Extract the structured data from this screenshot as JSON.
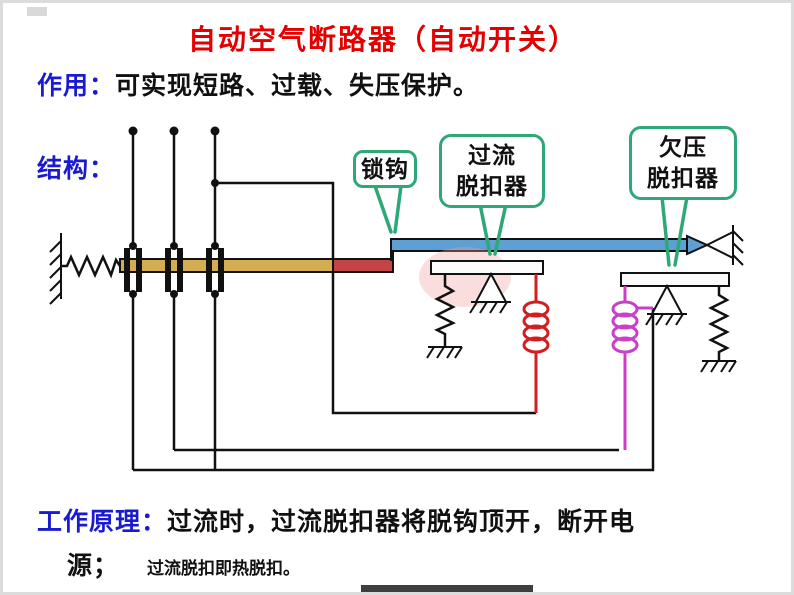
{
  "title": "自动空气断路器（自动开关）",
  "function": {
    "label": "作用：",
    "text": "可实现短路、过载、失压保护。"
  },
  "structure": {
    "label": "结构："
  },
  "principle": {
    "label": "工作原理：",
    "line1": "过流时，过流脱扣器将脱钩顶开，断开电",
    "line2": "源；",
    "note": "过流脱扣即热脱扣。"
  },
  "callouts": {
    "lock_hook": {
      "label": "锁钩"
    },
    "overcurrent": {
      "line1": "过流",
      "line2": "脱扣器"
    },
    "undervoltage": {
      "line1": "欠压",
      "line2": "脱扣器"
    }
  },
  "colors": {
    "title_red": "#e50000",
    "label_blue": "#1a1ad0",
    "callout_green": "#2fa878",
    "contact_bar_tan": "#d4ad52",
    "link_bar_red": "#c24444",
    "trip_bar_blue": "#5e9fd4",
    "coil_red": "#d41e1e",
    "coil_magenta": "#c93fc9",
    "highlight_pink": "#f2a0a0"
  }
}
